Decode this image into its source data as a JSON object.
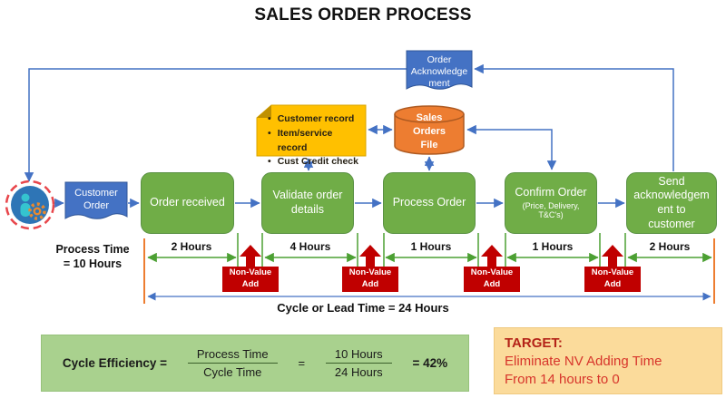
{
  "title": "SALES ORDER PROCESS",
  "acknowledgement_doc": {
    "line1": "Order",
    "line2": "Acknowledge",
    "line3": "ment"
  },
  "customer": {
    "doc_line1": "Customer",
    "doc_line2": "Order"
  },
  "records_card": {
    "bullet": "•",
    "items": [
      "Customer record",
      "Item/service record",
      "Cust Credit check"
    ]
  },
  "database": {
    "line1": "Sales",
    "line2": "Orders",
    "line3": "File"
  },
  "steps": [
    {
      "label": "Order received"
    },
    {
      "label": "Validate order details"
    },
    {
      "label": "Process Order"
    },
    {
      "label": "Confirm Order",
      "sub": "(Price, Delivery, T&C's)"
    },
    {
      "label": "Send acknowledgement to customer"
    }
  ],
  "process_time": {
    "line1": "Process Time",
    "line2": "= 10 Hours"
  },
  "segments": [
    {
      "label": "2 Hours"
    },
    {
      "label": "4 Hours"
    },
    {
      "label": "1 Hours"
    },
    {
      "label": "1 Hours"
    },
    {
      "label": "2 Hours"
    }
  ],
  "non_value_add": {
    "line1": "Non-Value",
    "line2": "Add"
  },
  "cycle_time": {
    "label": "Cycle or Lead Time = 24 Hours"
  },
  "efficiency": {
    "label": "Cycle Efficiency =",
    "numerator1": "Process Time",
    "denominator1": "Cycle Time",
    "equals": "=",
    "numerator2": "10 Hours",
    "denominator2": "24 Hours",
    "result": "= 42%"
  },
  "target": {
    "heading": "TARGET:",
    "line1": "Eliminate NV Adding Time",
    "line2": "From 14 hours to 0"
  },
  "colors": {
    "flow_blue": "#4472C4",
    "step_green": "#70AD47",
    "measure_green": "#4CA033",
    "card_gold": "#FFC000",
    "cylinder_orange": "#ED7D31",
    "nva_red": "#C00000",
    "efficiency_panel": "#A9D18E",
    "target_panel": "#FBDB9B",
    "target_text": "#D7352B"
  }
}
